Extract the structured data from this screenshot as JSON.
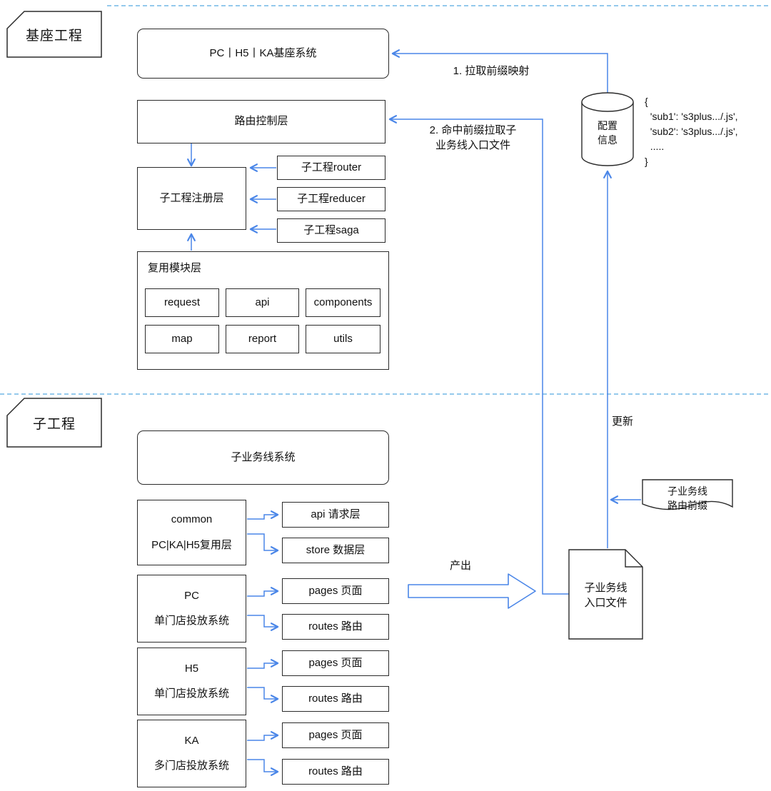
{
  "base_section": {
    "tag": "基座工程",
    "system": "PC丨H5丨KA基座系统",
    "route_control": "路由控制层",
    "register": "子工程注册层",
    "plugins": {
      "router": "子工程router",
      "reducer": "子工程reducer",
      "saga": "子工程saga"
    },
    "reuse": {
      "title": "复用模块层",
      "modules": [
        "request",
        "api",
        "components",
        "map",
        "report",
        "utils"
      ]
    },
    "config_store": {
      "label": "配置\n信息",
      "code": "{\n  'sub1': 's3plus.../.js',\n  'sub2': 's3plus.../.js',\n  .....\n}"
    }
  },
  "sub_section": {
    "tag": "子工程",
    "system": "子业务线系统",
    "groups": [
      {
        "title": "common",
        "subtitle": "PC|KA|H5复用层",
        "t1": "api 请求层",
        "t2": "store 数据层"
      },
      {
        "title": "PC",
        "subtitle": "单门店投放系统",
        "t1": "pages 页面",
        "t2": "routes 路由"
      },
      {
        "title": "H5",
        "subtitle": "单门店投放系统",
        "t1": "pages 页面",
        "t2": "routes 路由"
      },
      {
        "title": "KA",
        "subtitle": "多门店投放系统",
        "t1": "pages 页面",
        "t2": "routes 路由"
      }
    ],
    "entry_file": "子业务线\n入口文件",
    "route_prefix": "子业务线\n路由前缀"
  },
  "labels": {
    "pull_prefix": "1. 拉取前缀映射",
    "hit_prefix": "2. 命中前缀拉取子\n业务线入口文件",
    "update": "更新",
    "output": "产出"
  },
  "colors": {
    "arrow": "#4a86e8",
    "dashed": "#55a9e0",
    "border": "#2b2b2b"
  }
}
